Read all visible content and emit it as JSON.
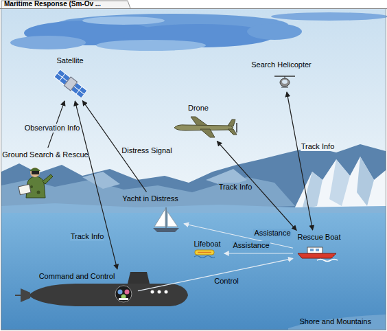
{
  "diagram": {
    "title": "Maritime Response (Sm-Ov ...",
    "nodes": [
      {
        "text": [
          "Satellite"
        ]
      },
      {
        "text": [
          "Search Helicopter"
        ]
      },
      {
        "text": [
          "Drone"
        ]
      },
      {
        "text": [
          "Ground Search & Rescue"
        ]
      },
      {
        "text": [
          "Yacht in Distress"
        ]
      },
      {
        "text": [
          "Rescue Boat"
        ]
      },
      {
        "text": [
          "Lifeboat"
        ]
      },
      {
        "text": [
          "Command and Control"
        ]
      }
    ],
    "edges": [
      {
        "from": 3,
        "to": 0,
        "label": "Observation Info",
        "arrow": "to"
      },
      {
        "from": 4,
        "to": 0,
        "label": "Distress Signal",
        "arrow": "to"
      },
      {
        "from": 0,
        "to": 7,
        "label": "Track Info",
        "arrow": "both"
      },
      {
        "from": 2,
        "to": 5,
        "label": "Track Info",
        "arrow": "both"
      },
      {
        "from": 1,
        "to": 5,
        "label": "Track Info",
        "arrow": "both"
      },
      {
        "from": 5,
        "to": 4,
        "label": "Assistance",
        "arrow": "to"
      },
      {
        "from": 5,
        "to": 6,
        "label": "Assistance",
        "arrow": "to"
      },
      {
        "from": 7,
        "to": 5,
        "label": "Control",
        "arrow": "to"
      }
    ],
    "labels": [
      "Shore and Mountains"
    ]
  }
}
